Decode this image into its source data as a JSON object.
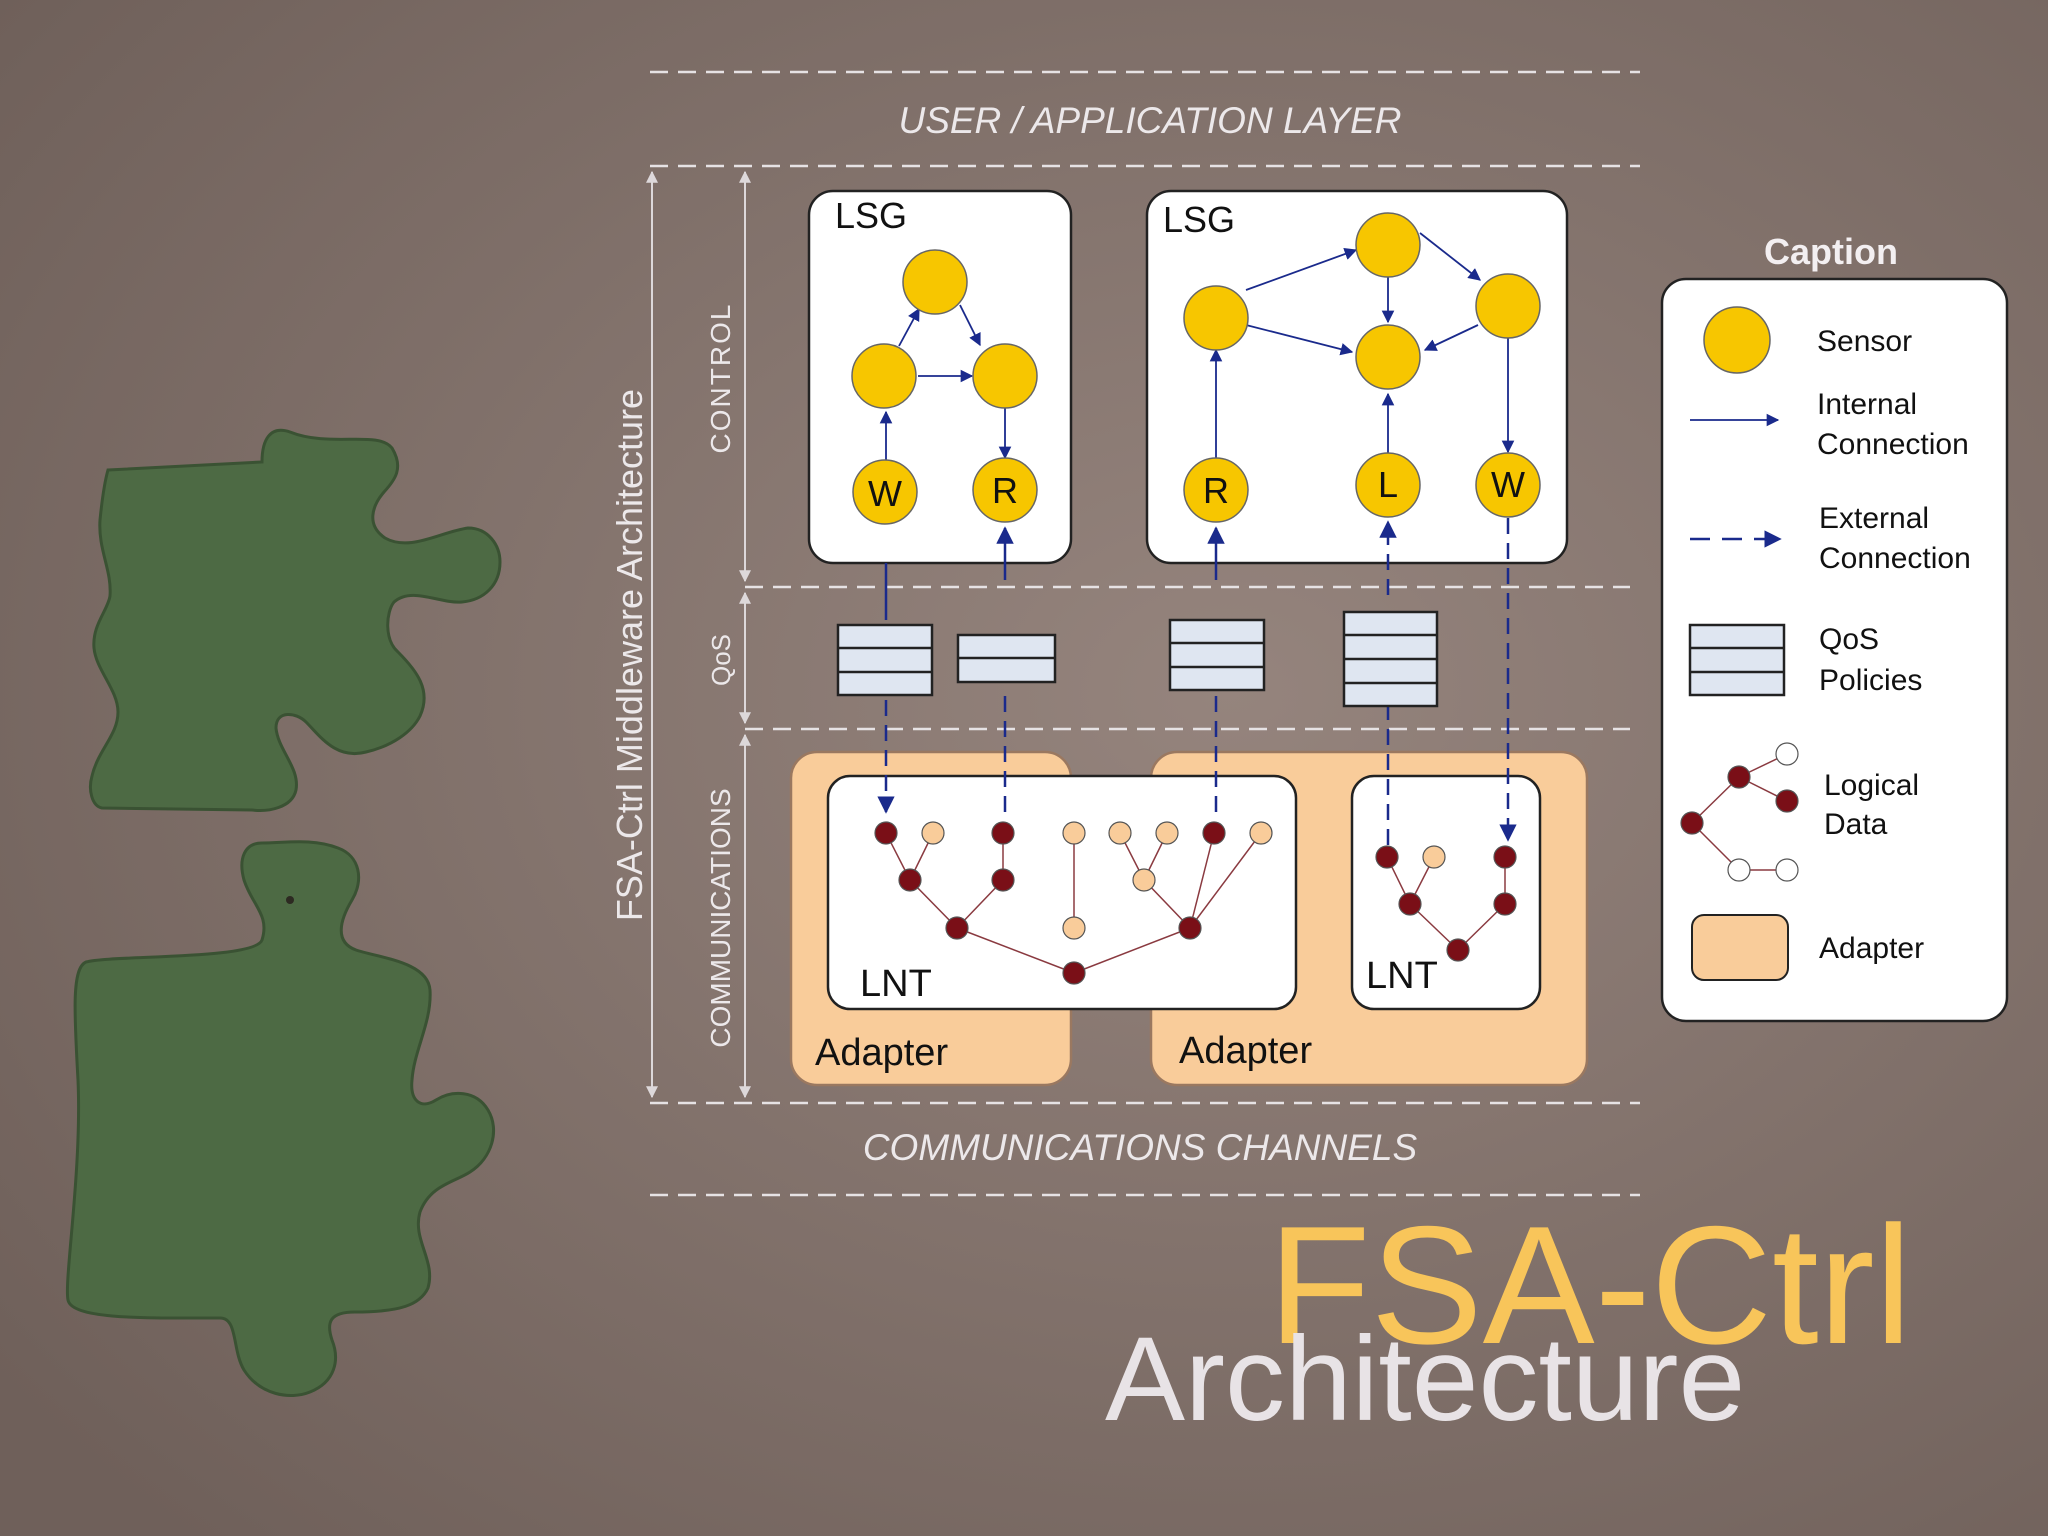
{
  "layers": {
    "top": "USER / APPLICATION LAYER",
    "bottom": "COMMUNICATIONS CHANNELS"
  },
  "vertical_labels": {
    "architecture": "FSA-Ctrl Middleware Architecture",
    "control": "CONTROL",
    "qos": "QoS",
    "communications": "COMMUNICATIONS"
  },
  "boxes": {
    "lsg_left": "LSG",
    "lsg_right": "LSG",
    "lnt_left": "LNT",
    "lnt_right": "LNT",
    "adapter_left": "Adapter",
    "adapter_right": "Adapter"
  },
  "nodes": {
    "left_w": "W",
    "left_r": "R",
    "right_r": "R",
    "right_l": "L",
    "right_w": "W"
  },
  "caption": {
    "title": "Caption",
    "sensor": "Sensor",
    "internal_1": "Internal",
    "internal_2": "Connection",
    "external_1": "External",
    "external_2": "Connection",
    "qos_1": "QoS",
    "qos_2": "Policies",
    "logical_1": "Logical",
    "logical_2": "Data",
    "adapter": "Adapter"
  },
  "title": {
    "main": "FSA-Ctrl",
    "sub": "Architecture"
  },
  "colors": {
    "background": "#86756e",
    "sensor": "#f7c600",
    "connection": "#1a2a8c",
    "adapter": "#f9cc9a",
    "logical_dark": "#7a0f17",
    "logical_light": "#f9cc9a",
    "qos": "#dfe6f1",
    "title_main": "#f8c55a",
    "title_sub": "#e8e3e6",
    "puzzle": "#4d6a44"
  }
}
